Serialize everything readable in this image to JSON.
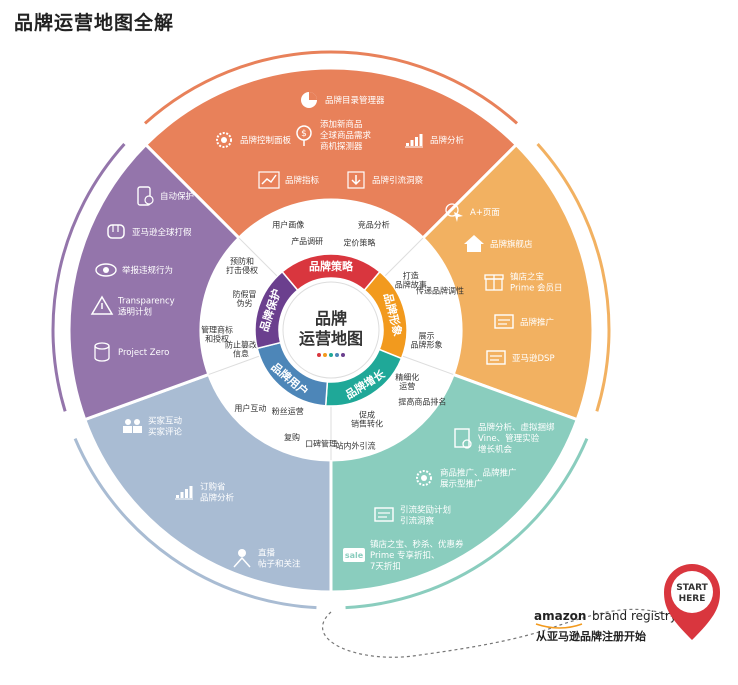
{
  "title": "品牌运营地图全解",
  "colors": {
    "strategy": "#E8815A",
    "image": "#F2B161",
    "growth": "#8ACDBE",
    "user": "#A9BCD3",
    "protect": "#9475AB"
  },
  "sectors": {
    "strategy": {
      "band": "品牌策略",
      "items": [
        {
          "icon": "pie-chart-icon",
          "label": "品牌目录管理器"
        },
        {
          "icon": "gear-icon",
          "label": "品牌控制面板"
        },
        {
          "icon": "dollar-bulb-icon",
          "label": "添加新商品\n全球商品需求\n商机探测器"
        },
        {
          "icon": "bar-chart-icon",
          "label": "品牌分析"
        },
        {
          "icon": "line-chart-icon",
          "label": "品牌指标"
        },
        {
          "icon": "download-icon",
          "label": "品牌引流洞察"
        }
      ],
      "inner": [
        "用户画像",
        "竞品分析",
        "产品调研",
        "定价策略"
      ]
    },
    "image": {
      "band": "品牌形象",
      "items": [
        {
          "icon": "cursor-icon",
          "label": "A+页面"
        },
        {
          "icon": "store-icon",
          "label": "品牌旗舰店"
        },
        {
          "icon": "gift-icon",
          "label": "镇店之宝\nPrime 会员日"
        },
        {
          "icon": "promo-icon",
          "label": "品牌推广"
        },
        {
          "icon": "dsp-icon",
          "label": "亚马逊DSP"
        }
      ],
      "inner": [
        "打造\n品牌故事",
        "传递品牌调性",
        "展示\n品牌形象"
      ]
    },
    "growth": {
      "band": "品牌增长",
      "items": [
        {
          "icon": "document-icon",
          "label": "品牌分析、虚拟捆绑\nVine、管理实验\n增长机会"
        },
        {
          "icon": "sun-icon",
          "label": "商品推广、品牌推广\n展示型推广"
        },
        {
          "icon": "tv-icon",
          "label": "引流奖励计划\n引流洞察"
        },
        {
          "icon": "sale-icon",
          "label": "镇店之宝、秒杀、优惠券\nPrime 专享折扣、\n7天折扣"
        }
      ],
      "inner": [
        "精细化\n运营",
        "提高商品排名",
        "促成\n销售转化",
        "站内外引流"
      ]
    },
    "user": {
      "band": "品牌用户",
      "items": [
        {
          "icon": "people-icon",
          "label": "买家互动\n买家评论"
        },
        {
          "icon": "bar-chart-icon",
          "label": "订购省\n品牌分析"
        },
        {
          "icon": "live-icon",
          "label": "直播\n帖子和关注"
        }
      ],
      "inner": [
        "粉丝运营",
        "用户互动",
        "复购",
        "口碑管理"
      ]
    },
    "protect": {
      "band": "品牌保护",
      "items": [
        {
          "icon": "shield-phone-icon",
          "label": "自动保护"
        },
        {
          "icon": "fist-icon",
          "label": "亚马逊全球打假"
        },
        {
          "icon": "eye-icon",
          "label": "举报违规行为"
        },
        {
          "icon": "warning-icon",
          "label": "Transparency\n透明计划"
        },
        {
          "icon": "database-icon",
          "label": "Project Zero"
        }
      ],
      "inner": [
        "预防和\n打击侵权",
        "防假冒\n伪劣",
        "管理商标\n和授权",
        "防止篡改\n信息"
      ]
    }
  },
  "center": {
    "line1": "品牌",
    "line2": "运营地图"
  },
  "brand": {
    "amazon": "amazon",
    "registry": "brand registry",
    "subtitle": "从亚马逊品牌注册开始"
  },
  "pin": {
    "line1": "START",
    "line2": "HERE"
  }
}
